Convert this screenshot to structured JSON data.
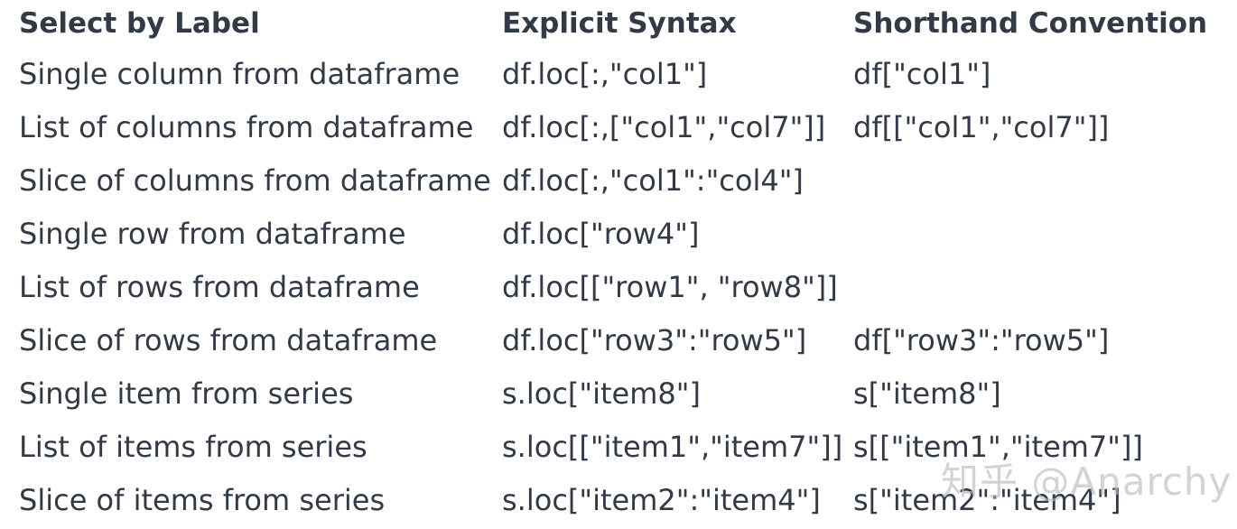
{
  "table": {
    "headers": [
      "Select by Label",
      "Explicit Syntax",
      "Shorthand Convention"
    ],
    "rows": [
      [
        "Single column from dataframe",
        "df.loc[:,\"col1\"]",
        "df[\"col1\"]"
      ],
      [
        "List of columns from dataframe",
        "df.loc[:,[\"col1\",\"col7\"]]",
        "df[[\"col1\",\"col7\"]]"
      ],
      [
        "Slice of columns from dataframe",
        "df.loc[:,\"col1\":\"col4\"]",
        ""
      ],
      [
        "Single row from dataframe",
        "df.loc[\"row4\"]",
        ""
      ],
      [
        "List of rows from dataframe",
        "df.loc[[\"row1\", \"row8\"]]",
        ""
      ],
      [
        "Slice of rows from dataframe",
        "df.loc[\"row3\":\"row5\"]",
        "df[\"row3\":\"row5\"]"
      ],
      [
        "Single item from series",
        "s.loc[\"item8\"]",
        "s[\"item8\"]"
      ],
      [
        "List of items from series",
        "s.loc[[\"item1\",\"item7\"]]",
        "s[[\"item1\",\"item7\"]]"
      ],
      [
        "Slice of items from series",
        "s.loc[\"item2\":\"item4\"]",
        "s[\"item2\":\"item4\"]"
      ]
    ]
  },
  "watermark": "知乎 @Anarchy"
}
